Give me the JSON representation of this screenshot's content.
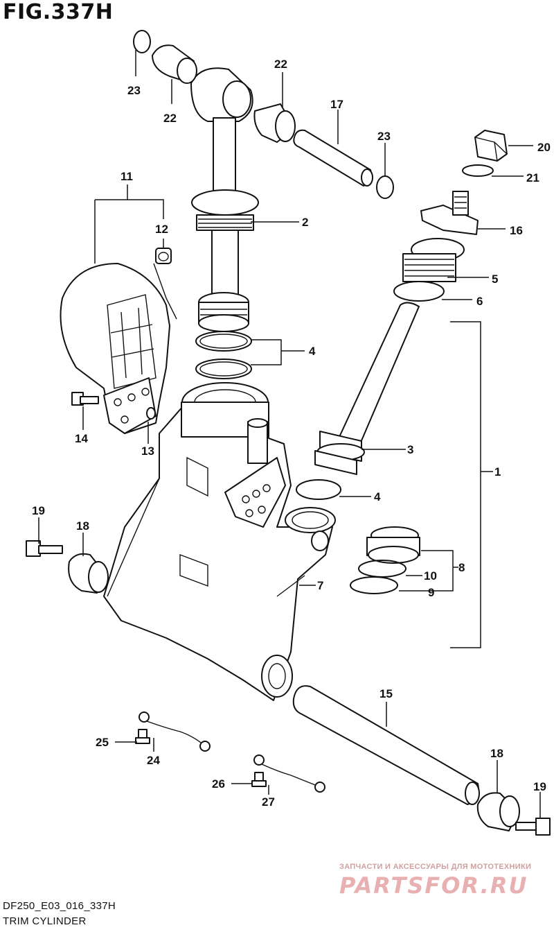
{
  "figure": {
    "title": "FIG.337H",
    "code": "DF250_E03_016_337H",
    "name": "TRIM CYLINDER"
  },
  "watermark": {
    "caption": "ЗАПЧАСТИ И АКСЕССУАРЫ ДЛЯ МОТОТЕХНИКИ",
    "brand": "PARTSFOR.RU",
    "color": "#e8b0b0"
  },
  "callouts": {
    "n1": "1",
    "n2": "2",
    "n3": "3",
    "n4a": "4",
    "n4b": "4",
    "n5": "5",
    "n6": "6",
    "n7": "7",
    "n8": "8",
    "n9": "9",
    "n10": "10",
    "n11": "11",
    "n12": "12",
    "n13": "13",
    "n14": "14",
    "n15": "15",
    "n16": "16",
    "n17": "17",
    "n18a": "18",
    "n18b": "18",
    "n19a": "19",
    "n19b": "19",
    "n20": "20",
    "n21": "21",
    "n22a": "22",
    "n22b": "22",
    "n23a": "23",
    "n23b": "23",
    "n24": "24",
    "n25": "25",
    "n26": "26",
    "n27": "27"
  }
}
